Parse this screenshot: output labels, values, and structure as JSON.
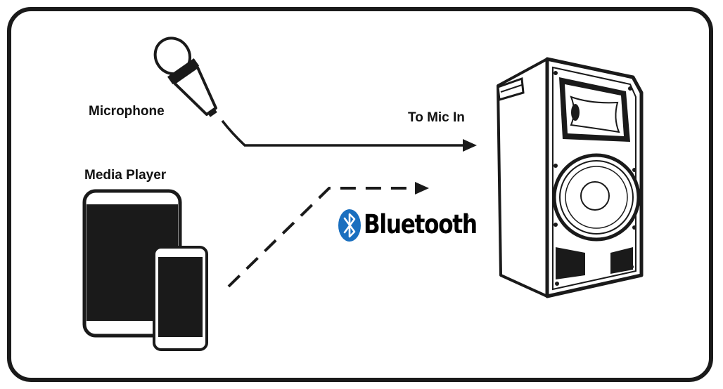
{
  "labels": {
    "microphone": "Microphone",
    "media_player": "Media Player",
    "mic_in": "To Mic In"
  },
  "bluetooth": {
    "wordmark": "Bluetooth",
    "registered_mark": "®"
  },
  "icons": {
    "microphone": "microphone-icon",
    "tablet": "tablet-icon",
    "phone": "smartphone-icon",
    "bluetooth": "bluetooth-icon",
    "speaker": "speaker-icon"
  },
  "colors": {
    "line": "#1a1a1a",
    "bluetooth_blue": "#1a6fbf",
    "bluetooth_text": "#1a1a1a"
  }
}
